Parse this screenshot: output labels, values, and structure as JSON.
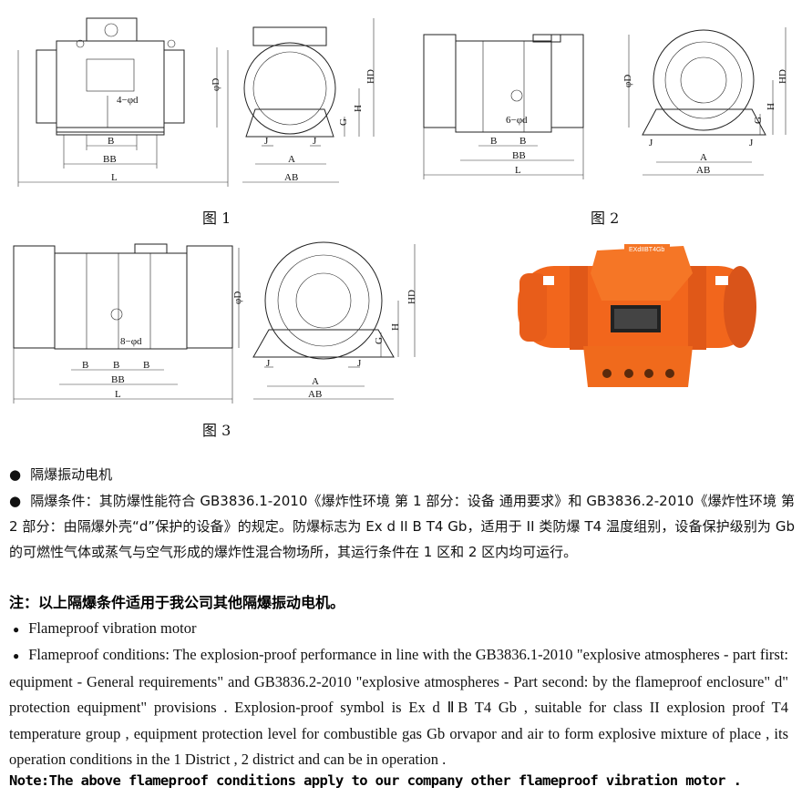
{
  "figures": {
    "fig1": {
      "caption": "图 1",
      "holes": "4−φd",
      "D": "φD",
      "B": "B",
      "BB": "BB",
      "L": "L",
      "J1": "J",
      "J2": "J",
      "A": "A",
      "AB": "AB",
      "HD": "HD",
      "H": "H",
      "G": "G"
    },
    "fig2": {
      "caption": "图 2",
      "holes": "6−φd",
      "D": "φD",
      "B1": "B",
      "B2": "B",
      "BB": "BB",
      "L": "L",
      "J1": "J",
      "J2": "J",
      "A": "A",
      "AB": "AB",
      "HD": "HD",
      "H": "H",
      "G": "G"
    },
    "fig3": {
      "caption": "图 3",
      "holes": "8−φd",
      "D": "φD",
      "B1": "B",
      "B2": "B",
      "B3": "B",
      "BB": "BB",
      "L": "L",
      "J1": "J",
      "J2": "J",
      "A": "A",
      "AB": "AB",
      "HD": "HD",
      "H": "H",
      "G": "G"
    }
  },
  "photo": {
    "body_color": "#f2661c",
    "nameplate_text": "EXdIIBT4Gb"
  },
  "chinese": {
    "bullet": "●",
    "title": "隔爆振动电机",
    "conditions": "隔爆条件：其防爆性能符合 GB3836.1-2010《爆炸性环境 第 1 部分：设备 通用要求》和 GB3836.2-2010《爆炸性环境 第 2 部分：由隔爆外壳“d”保护的设备》的规定。防爆标志为 Ex d  II B T4 Gb，适用于 II 类防爆 T4 温度组别，设备保护级别为 Gb 的可燃性气体或蒸气与空气形成的爆炸性混合物场所，其运行条件在 1 区和 2 区内均可运行。",
    "note": "注：以上隔爆条件适用于我公司其他隔爆振动电机。"
  },
  "english": {
    "bullet": "●",
    "title": "Flameproof vibration motor",
    "conditions": "Flameproof conditions: The explosion-proof performance in line with the GB3836.1-2010 \"explosive atmospheres - part first: equipment - General requirements\" and GB3836.2-2010 \"explosive atmospheres - Part second: by the flameproof enclosure\" d\" protection equipment\" provisions . Explosion-proof symbol is Ex d  ⅡB T4 Gb , suitable for class II explosion proof T4 temperature group , equipment protection level for combustible gas Gb orvapor and air to form explosive mixture of place , its operation conditions in the 1 District , 2 district and can be in operation .",
    "note": "Note:The above flameproof conditions apply to our company other flameproof vibration motor ."
  }
}
